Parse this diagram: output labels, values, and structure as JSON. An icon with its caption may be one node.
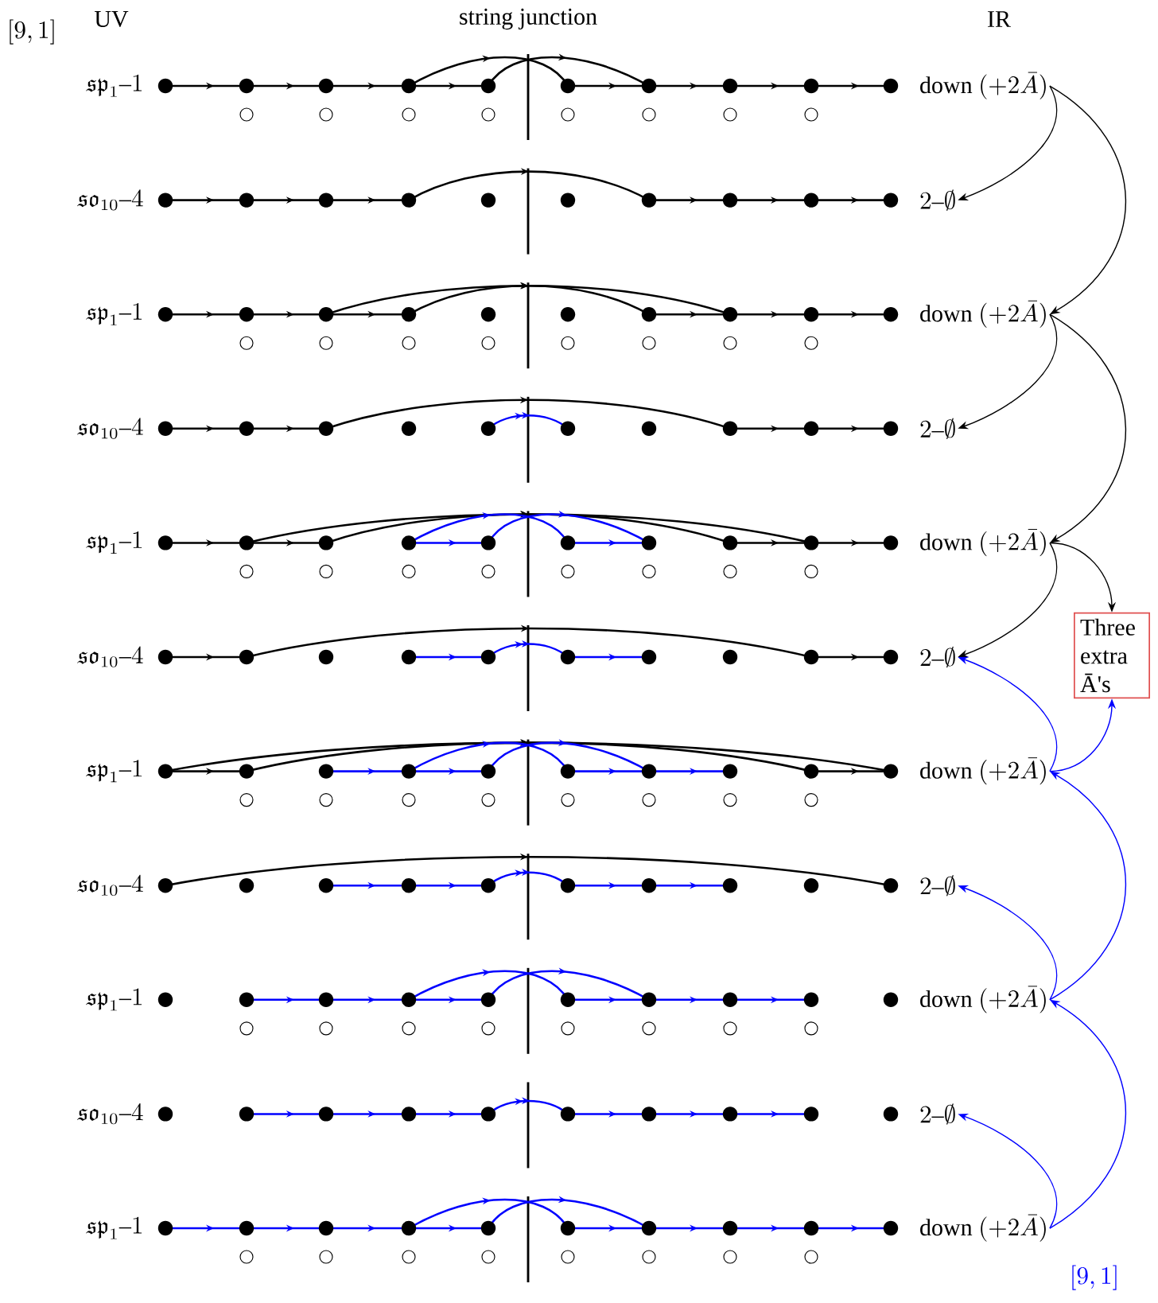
{
  "diagram": {
    "nodes": [
      {
        "text": [
          "\\mathfrak{sp}_1\\text{--}1"
        ]
      },
      {
        "text": [
          "\\text{down }(+2\\bar{A})"
        ]
      },
      {
        "text": [
          "\\mathfrak{so}_{10}\\text{--}4"
        ]
      },
      {
        "text": [
          "2\\text{--}\\emptyset"
        ]
      },
      {
        "text": [
          "\\mathfrak{sp}_1\\text{--}1"
        ]
      },
      {
        "text": [
          "\\text{down }(+2\\bar{A})"
        ]
      },
      {
        "text": [
          "\\mathfrak{so}_{10}\\text{--}4"
        ]
      },
      {
        "text": [
          "2\\text{--}\\emptyset"
        ]
      },
      {
        "text": [
          "\\mathfrak{sp}_1\\text{--}1"
        ]
      },
      {
        "text": [
          "\\text{down }(+2\\bar{A})"
        ]
      },
      {
        "text": [
          "\\mathfrak{so}_{10}\\text{--}4"
        ]
      },
      {
        "text": [
          "2\\text{--}\\emptyset"
        ]
      },
      {
        "text": [
          "\\mathfrak{sp}_1\\text{--}1"
        ]
      },
      {
        "text": [
          "\\text{down }(+2\\bar{A})"
        ]
      },
      {
        "text": [
          "\\mathfrak{so}_{10}\\text{--}4"
        ]
      },
      {
        "text": [
          "2\\text{--}\\emptyset"
        ]
      },
      {
        "text": [
          "\\mathfrak{sp}_1\\text{--}1"
        ]
      },
      {
        "text": [
          "\\text{down }(+2\\bar{A})"
        ]
      },
      {
        "text": [
          "\\mathfrak{so}_{10}\\text{--}4"
        ]
      },
      {
        "text": [
          "2\\text{--}\\emptyset"
        ]
      },
      {
        "text": [
          "\\mathfrak{sp}_1\\text{--}1"
        ]
      },
      {
        "text": [
          "\\text{down }(+2\\bar{A})"
        ]
      },
      {
        "text": [
          "Three extra Ā's"
        ]
      }
    ],
    "edges": [
      {
        "from": 1,
        "to": 3,
        "arrow": "to"
      },
      {
        "from": 1,
        "to": 5,
        "arrow": "to"
      },
      {
        "from": 5,
        "to": 7,
        "arrow": "to"
      },
      {
        "from": 5,
        "to": 9,
        "arrow": "to"
      },
      {
        "from": 9,
        "to": 11,
        "arrow": "to"
      },
      {
        "from": 9,
        "to": 22,
        "arrow": "to"
      },
      {
        "from": 13,
        "to": 11,
        "arrow": "to",
        "color": "#0000ff"
      },
      {
        "from": 13,
        "to": 22,
        "arrow": "to",
        "color": "#0000ff"
      },
      {
        "from": 17,
        "to": 13,
        "arrow": "to",
        "color": "#0000ff"
      },
      {
        "from": 17,
        "to": 15,
        "arrow": "to",
        "color": "#0000ff"
      },
      {
        "from": 21,
        "to": 17,
        "arrow": "to",
        "color": "#0000ff"
      },
      {
        "from": 21,
        "to": 19,
        "arrow": "to",
        "color": "#0000ff"
      }
    ],
    "labels": [
      "[9,1]",
      "UV",
      "string junction",
      "IR",
      "[9,1]"
    ]
  }
}
